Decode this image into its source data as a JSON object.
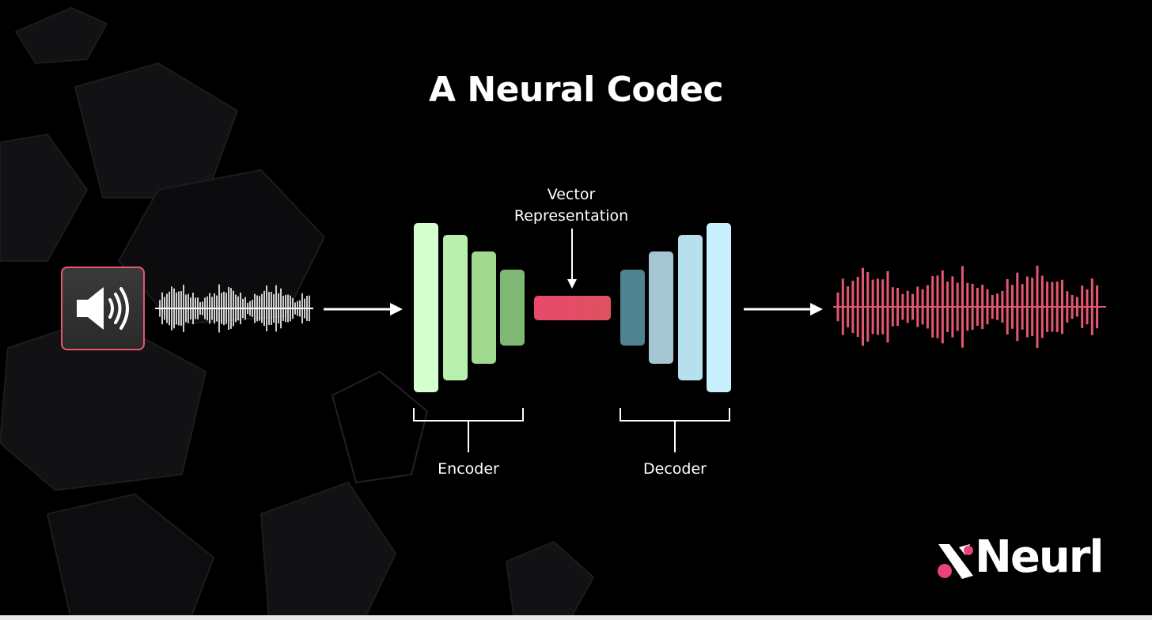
{
  "diagram": {
    "title": "A Neural Codec",
    "vector_label_line1": "Vector",
    "vector_label_line2": "Representation",
    "encoder_label": "Encoder",
    "decoder_label": "Decoder",
    "brand_name": "Neurl"
  },
  "colors": {
    "accent_pink": "#e5566f",
    "encoder_layers": [
      "#d6ffd0",
      "#b9f0ae",
      "#a1d98f",
      "#7fb874"
    ],
    "decoder_layers": [
      "#4f8391",
      "#a4c5d1",
      "#b6e0ee",
      "#c9f0ff"
    ],
    "bottleneck": "#e24b68"
  },
  "icons": {
    "speaker": "speaker-volume-icon",
    "input_wave": "input-waveform-icon",
    "output_wave": "output-waveform-icon",
    "brand": "neurl-logo-icon"
  }
}
